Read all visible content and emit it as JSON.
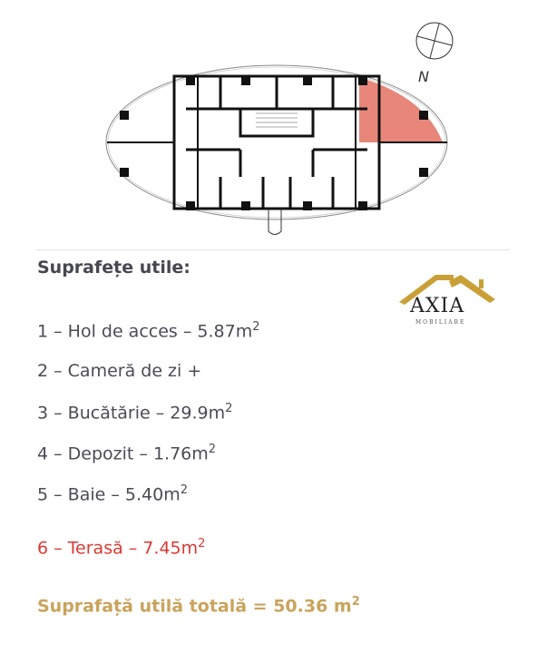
{
  "plan": {
    "compass_label": "N",
    "highlight_color": "#e8867a"
  },
  "heading": "Suprafețe utile:",
  "items": [
    {
      "text": "1 – Hol de acces – 5.87m",
      "sup": "2"
    },
    {
      "text": "2 – Cameră de zi +",
      "sup": ""
    },
    {
      "text": "3 – Bucătărie – 29.9m",
      "sup": "2"
    },
    {
      "text": "4 – Depozit – 1.76m",
      "sup": "2"
    },
    {
      "text": "5 – Baie – 5.40m",
      "sup": "2"
    },
    {
      "text": "6 – Terasă – 7.45m",
      "sup": "2",
      "color": "#dc3a34"
    }
  ],
  "total": {
    "text": "Suprafață utilă totală = 50.36 m",
    "sup": "2",
    "color": "#caa35c"
  },
  "logo": {
    "name": "AXIA",
    "sub": "MOBILIARE",
    "color": "#c9a038"
  }
}
